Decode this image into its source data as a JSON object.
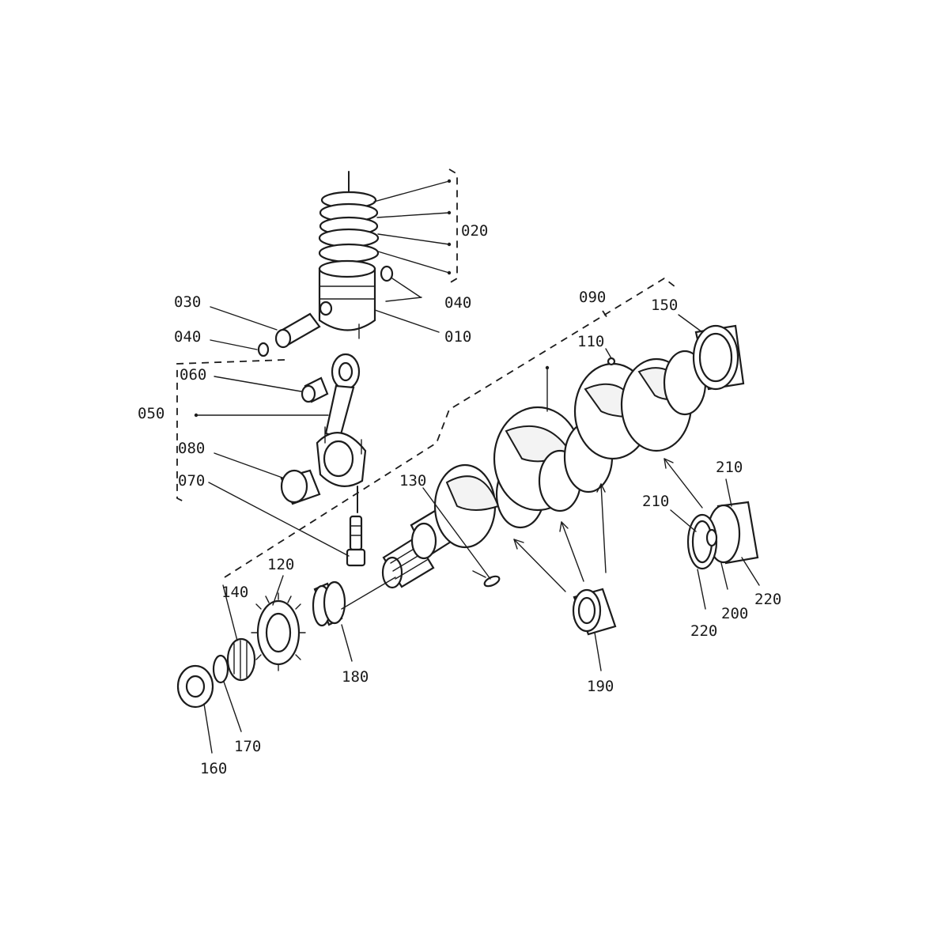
{
  "labels": {
    "p010": "010",
    "p020": "020",
    "p030": "030",
    "p040a": "040",
    "p040b": "040",
    "p050": "050",
    "p060": "060",
    "p070": "070",
    "p080": "080",
    "p090": "090",
    "p110": "110",
    "p120": "120",
    "p130": "130",
    "p140": "140",
    "p150": "150",
    "p160": "160",
    "p170": "170",
    "p180": "180",
    "p190": "190",
    "p200": "200",
    "p210a": "210",
    "p210b": "210",
    "p220a": "220",
    "p220b": "220"
  },
  "colors": {
    "ink": "#1c1c1c",
    "paper": "#ffffff"
  }
}
